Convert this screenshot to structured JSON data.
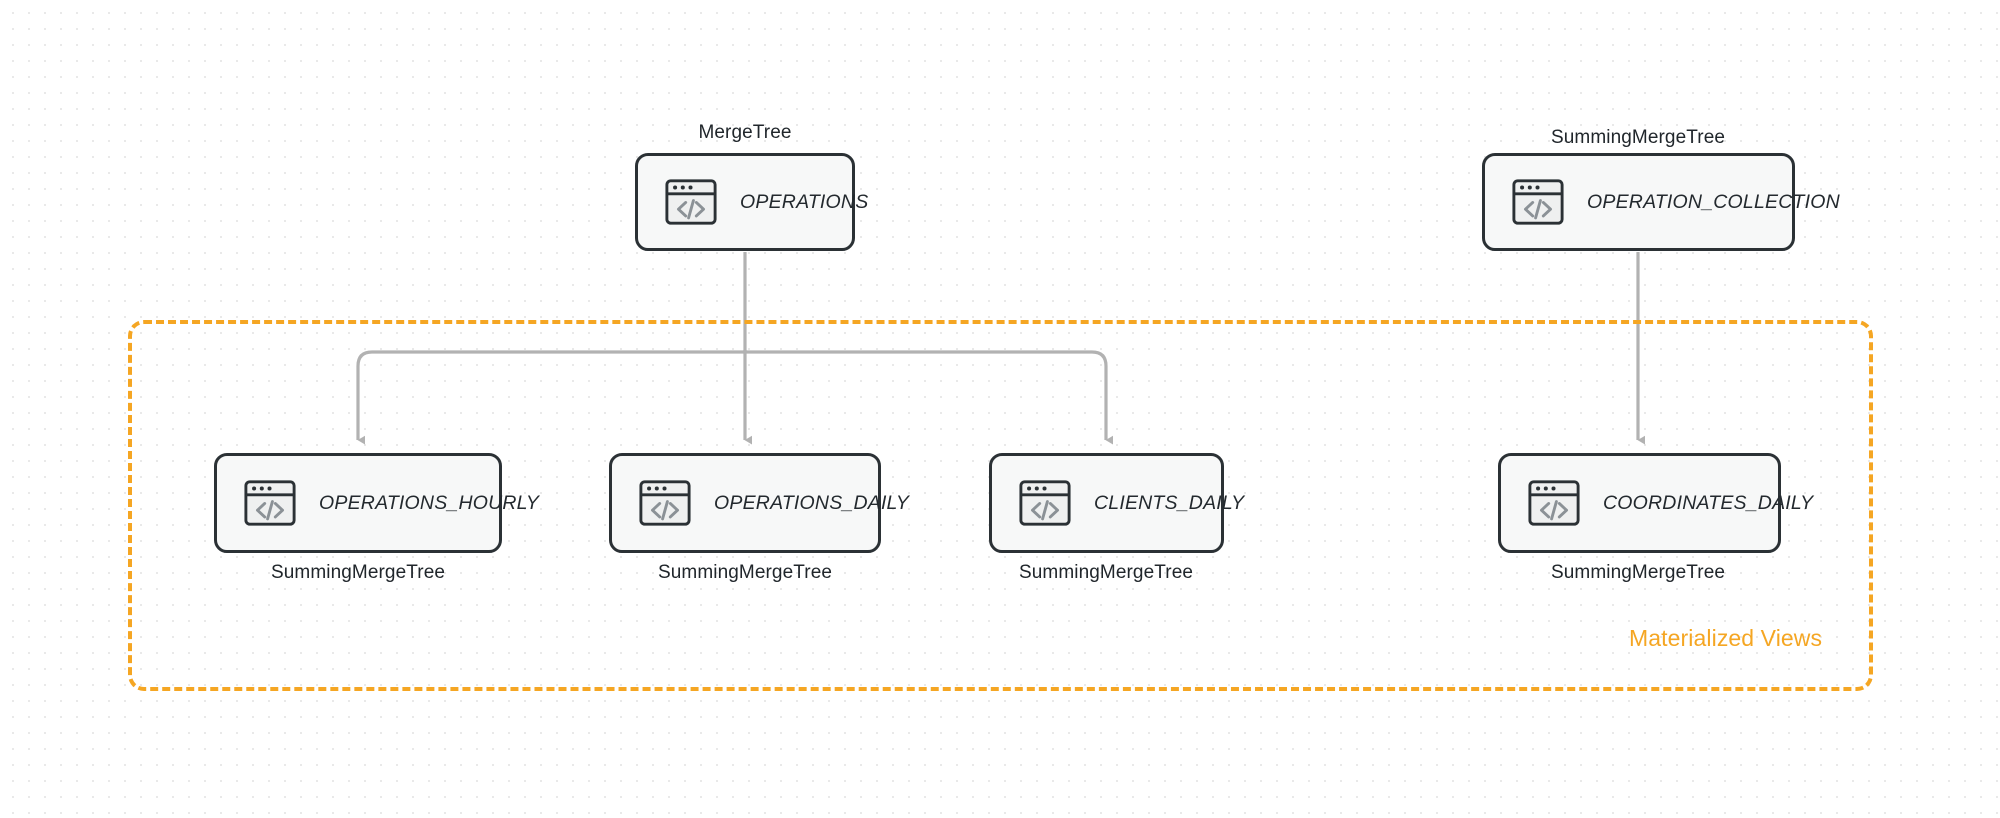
{
  "diagram": {
    "title": "ClickHouse table and materialized view topology",
    "colors": {
      "accent_orange": "#f5a623",
      "node_border": "#2b3135",
      "node_fill": "#f7f8f8",
      "edge_grey": "#b2b2b2",
      "background": "#ffffff",
      "grid_dot": "#e9e9e9"
    },
    "group": {
      "label": "Materialized Views",
      "border_style": "dashed",
      "border_color": "#f5a623"
    },
    "nodes": [
      {
        "id": "operations",
        "label": "OPERATIONS",
        "engine": "MergeTree",
        "engine_position": "above",
        "icon": "code-window-icon"
      },
      {
        "id": "operation_collection",
        "label": "OPERATION_COLLECTION",
        "engine": "SummingMergeTree",
        "engine_position": "above",
        "icon": "code-window-icon"
      },
      {
        "id": "operations_hourly",
        "label": "OPERATIONS_HOURLY",
        "engine": "SummingMergeTree",
        "engine_position": "below",
        "icon": "code-window-icon"
      },
      {
        "id": "operations_daily",
        "label": "OPERATIONS_DAILY",
        "engine": "SummingMergeTree",
        "engine_position": "below",
        "icon": "code-window-icon"
      },
      {
        "id": "clients_daily",
        "label": "CLIENTS_DAILY",
        "engine": "SummingMergeTree",
        "engine_position": "below",
        "icon": "code-window-icon"
      },
      {
        "id": "coordinates_daily",
        "label": "COORDINATES_DAILY",
        "engine": "SummingMergeTree",
        "engine_position": "below",
        "icon": "code-window-icon"
      }
    ],
    "edges": [
      {
        "from": "operations",
        "to": "operations_hourly",
        "arrow": "triangle"
      },
      {
        "from": "operations",
        "to": "operations_daily",
        "arrow": "triangle"
      },
      {
        "from": "operations",
        "to": "clients_daily",
        "arrow": "triangle"
      },
      {
        "from": "operation_collection",
        "to": "coordinates_daily",
        "arrow": "triangle"
      }
    ]
  }
}
